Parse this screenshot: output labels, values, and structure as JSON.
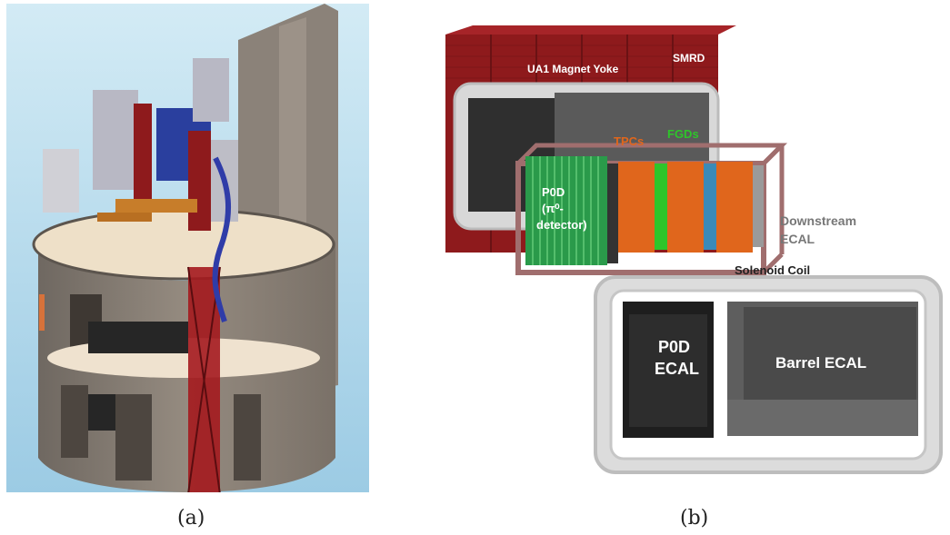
{
  "captions": {
    "a": "(a)",
    "b": "(b)"
  },
  "labels": {
    "magnet_yoke": "UA1 Magnet Yoke",
    "smrd": "SMRD",
    "tpcs": "TPCs",
    "fgds": "FGDs",
    "p0d_line1": "P0D",
    "p0d_line2": "(π⁰-",
    "p0d_line3": "detector)",
    "downstream_line1": "Downstream",
    "downstream_line2": "ECAL",
    "solenoid_coil": "Solenoid Coil",
    "p0d_ecal_line1": "P0D",
    "p0d_ecal_line2": "ECAL",
    "barrel_ecal": "Barrel ECAL"
  },
  "colors": {
    "yoke_red": "#8e1a1c",
    "tpc_orange": "#e0661c",
    "fgd_green": "#2ec52a",
    "p0d_green": "#2a9a4a",
    "frame_mauve": "#a06e6e",
    "coil_grey": "#c8c8c8",
    "ecal_dark": "#2e2e2e",
    "sky_top": "#c5e3f1",
    "concrete": "#847b72"
  }
}
